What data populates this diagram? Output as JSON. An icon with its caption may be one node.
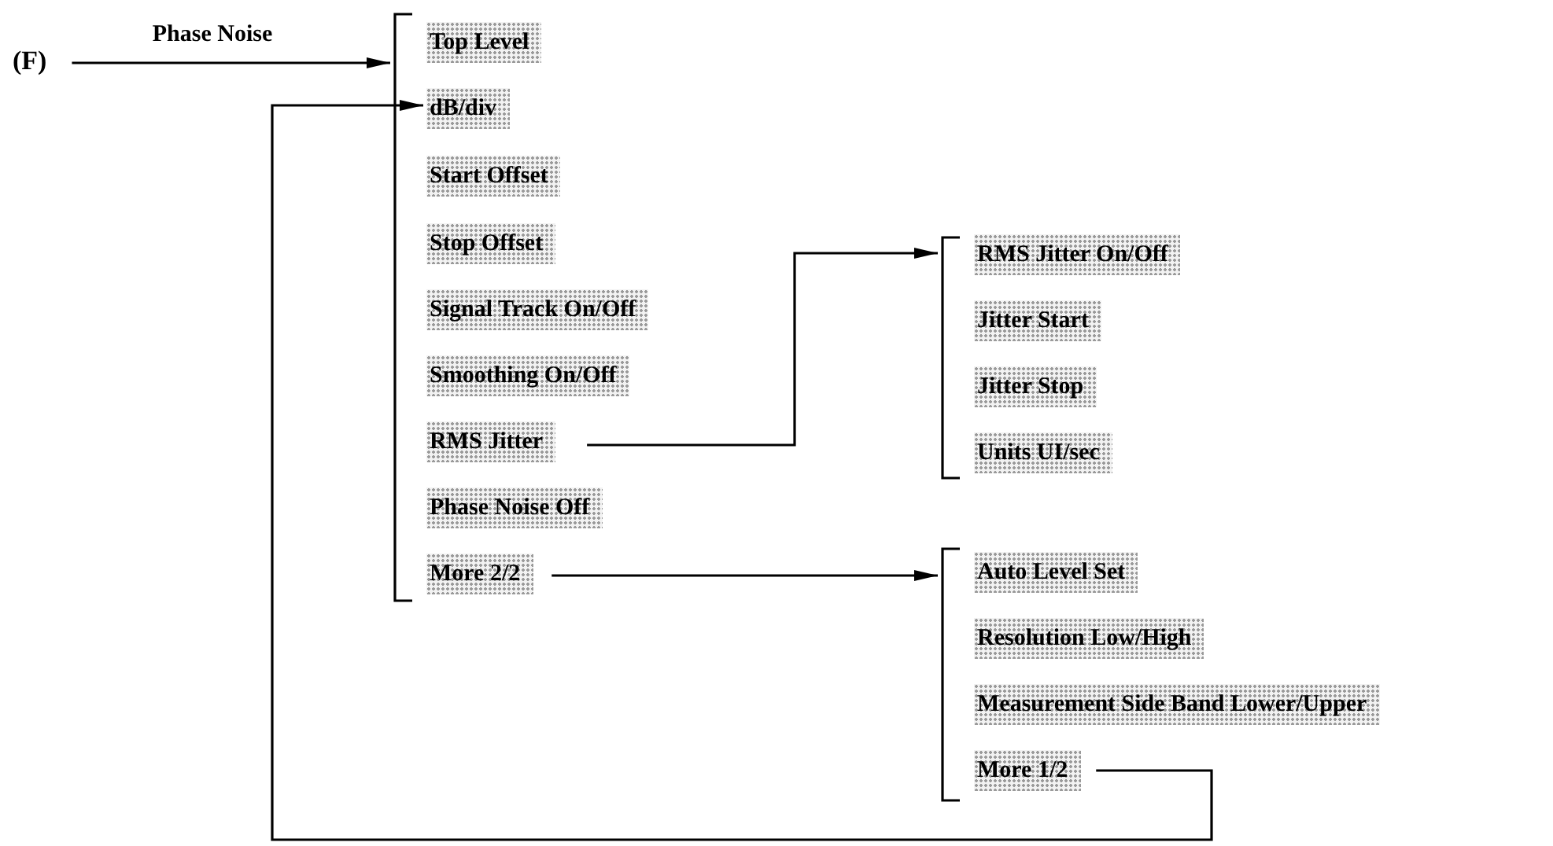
{
  "diagram": {
    "nodes": [
      {
        "text": [
          "(F)"
        ]
      },
      {
        "text": [],
        "shape": "bracket"
      },
      {
        "text": [
          "Top Level"
        ],
        "in": 1
      },
      {
        "text": [
          "dB/div"
        ],
        "in": 1
      },
      {
        "text": [
          "Start Offset"
        ],
        "in": 1
      },
      {
        "text": [
          "Stop Offset"
        ],
        "in": 1
      },
      {
        "text": [
          "Signal Track On/Off"
        ],
        "in": 1
      },
      {
        "text": [
          "Smoothing On/Off"
        ],
        "in": 1
      },
      {
        "text": [
          "RMS Jitter"
        ],
        "in": 1
      },
      {
        "text": [
          "Phase Noise Off"
        ],
        "in": 1
      },
      {
        "text": [
          "More 2/2"
        ],
        "in": 1
      },
      {
        "text": [],
        "shape": "bracket"
      },
      {
        "text": [
          "RMS Jitter On/Off"
        ],
        "in": 11
      },
      {
        "text": [
          "Jitter Start"
        ],
        "in": 11
      },
      {
        "text": [
          "Jitter Stop"
        ],
        "in": 11
      },
      {
        "text": [
          "Units UI/sec"
        ],
        "in": 11
      },
      {
        "text": [],
        "shape": "bracket"
      },
      {
        "text": [
          "Auto Level Set"
        ],
        "in": 16
      },
      {
        "text": [
          "Resolution Low/High"
        ],
        "in": 16
      },
      {
        "text": [
          "Measurement Side Band Lower/Upper"
        ],
        "in": 16
      },
      {
        "text": [
          "More 1/2"
        ],
        "in": 16
      }
    ],
    "edges": [
      {
        "from": 0,
        "to": 1,
        "arrow": "to",
        "label": "Phase Noise"
      },
      {
        "from": 8,
        "to": 11,
        "arrow": "to"
      },
      {
        "from": 10,
        "to": 16,
        "arrow": "to"
      },
      {
        "from": 20,
        "to": 3,
        "arrow": "to"
      }
    ]
  }
}
